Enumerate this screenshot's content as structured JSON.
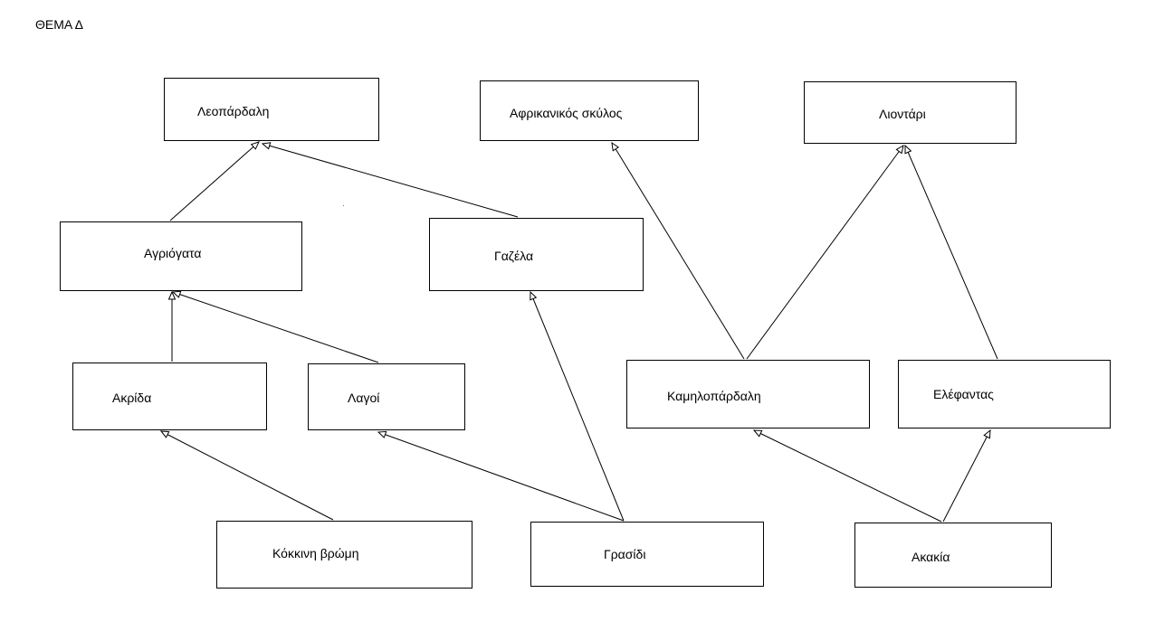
{
  "title": "ΘΕΜΑ Δ",
  "nodes": {
    "leopardali": "Λεοπάρδαλη",
    "afrikanikos_skylos": "Αφρικανικός σκύλος",
    "liontari": "Λιοντάρι",
    "agriogata": "Αγριόγατα",
    "gazela": "Γαζέλα",
    "akrida": "Ακρίδα",
    "lagoi": "Λαγοί",
    "kamilopardali": "Καμηλοπάρδαλη",
    "elefantas": "Ελέφαντας",
    "kokkini_vromi": "Κόκκινη βρώμη",
    "grasidi": "Γρασίδι",
    "akakia": "Ακακία"
  },
  "edges": [
    {
      "from": "agriogata",
      "to": "leopardali"
    },
    {
      "from": "gazela",
      "to": "leopardali"
    },
    {
      "from": "kamilopardali",
      "to": "afrikanikos_skylos"
    },
    {
      "from": "kamilopardali",
      "to": "liontari"
    },
    {
      "from": "elefantas",
      "to": "liontari"
    },
    {
      "from": "akrida",
      "to": "agriogata"
    },
    {
      "from": "lagoi",
      "to": "agriogata"
    },
    {
      "from": "grasidi",
      "to": "gazela"
    },
    {
      "from": "kokkini_vromi",
      "to": "akrida"
    },
    {
      "from": "grasidi",
      "to": "lagoi"
    },
    {
      "from": "akakia",
      "to": "kamilopardali"
    },
    {
      "from": "akakia",
      "to": "elefantas"
    }
  ]
}
